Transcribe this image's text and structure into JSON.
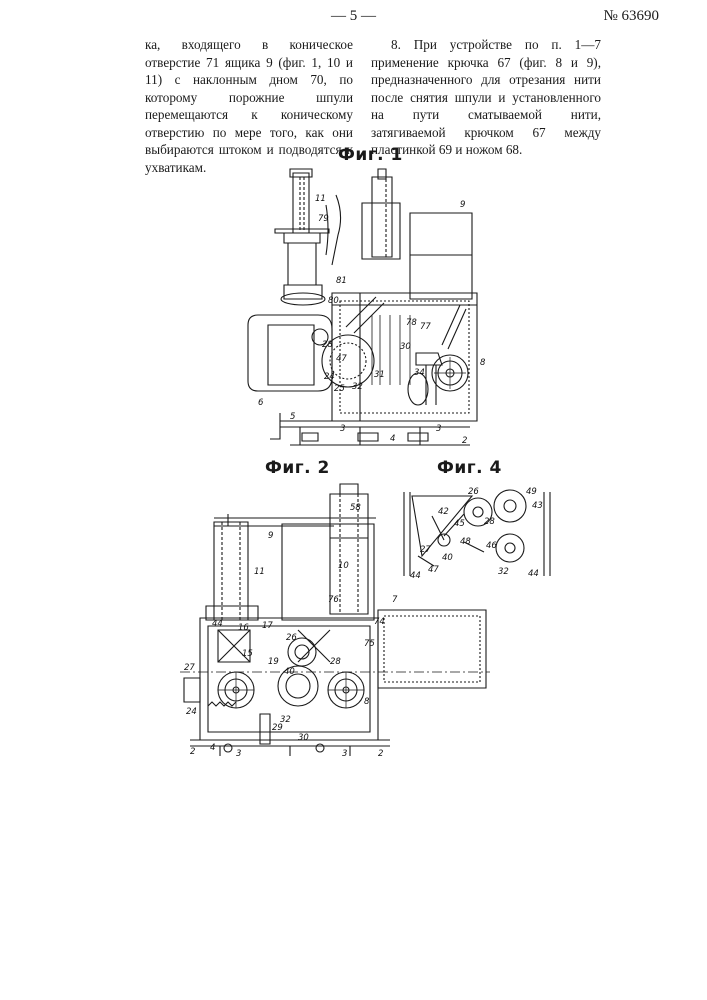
{
  "header": {
    "page_number": "— 5 —",
    "patent_number": "№ 63690"
  },
  "text": {
    "left_column": "ка, входящего в коническое отверстие 71 ящика 9 (фиг. 1, 10 и 11) с наклонным дном 70, по которому порожние шпули перемещаются к коническому отверстию по мере того, как они выбираются штоком и подводятся к ухватикам.",
    "right_column": "8. При устройстве по п. 1—7 применение крючка 67 (фиг. 8 и 9), предназначенного для отрезания нити после снятия шпули и установленного на пути сматываемой нити, затягиваемой крючком 67 между пластинкой 69 и ножом 68."
  },
  "figures": {
    "fig1": {
      "caption": "Фиг. 1",
      "labels": [
        "11",
        "79",
        "9",
        "80",
        "81",
        "78",
        "77",
        "28",
        "47",
        "30",
        "31",
        "24",
        "25",
        "32",
        "34",
        "6",
        "8",
        "5",
        "3",
        "4",
        "3",
        "2"
      ]
    },
    "fig2": {
      "caption": "Фиг. 2",
      "labels": [
        "58",
        "9",
        "11",
        "10",
        "76",
        "7",
        "74",
        "75",
        "44",
        "16",
        "17",
        "27",
        "26",
        "15",
        "24",
        "19",
        "28",
        "40",
        "32",
        "8",
        "29",
        "30",
        "4",
        "2",
        "3",
        "3",
        "2"
      ]
    },
    "fig4": {
      "caption": "Фиг. 4",
      "labels": [
        "26",
        "49",
        "43",
        "42",
        "28",
        "45",
        "48",
        "27",
        "46",
        "40",
        "47",
        "32",
        "44",
        "44"
      ]
    }
  }
}
